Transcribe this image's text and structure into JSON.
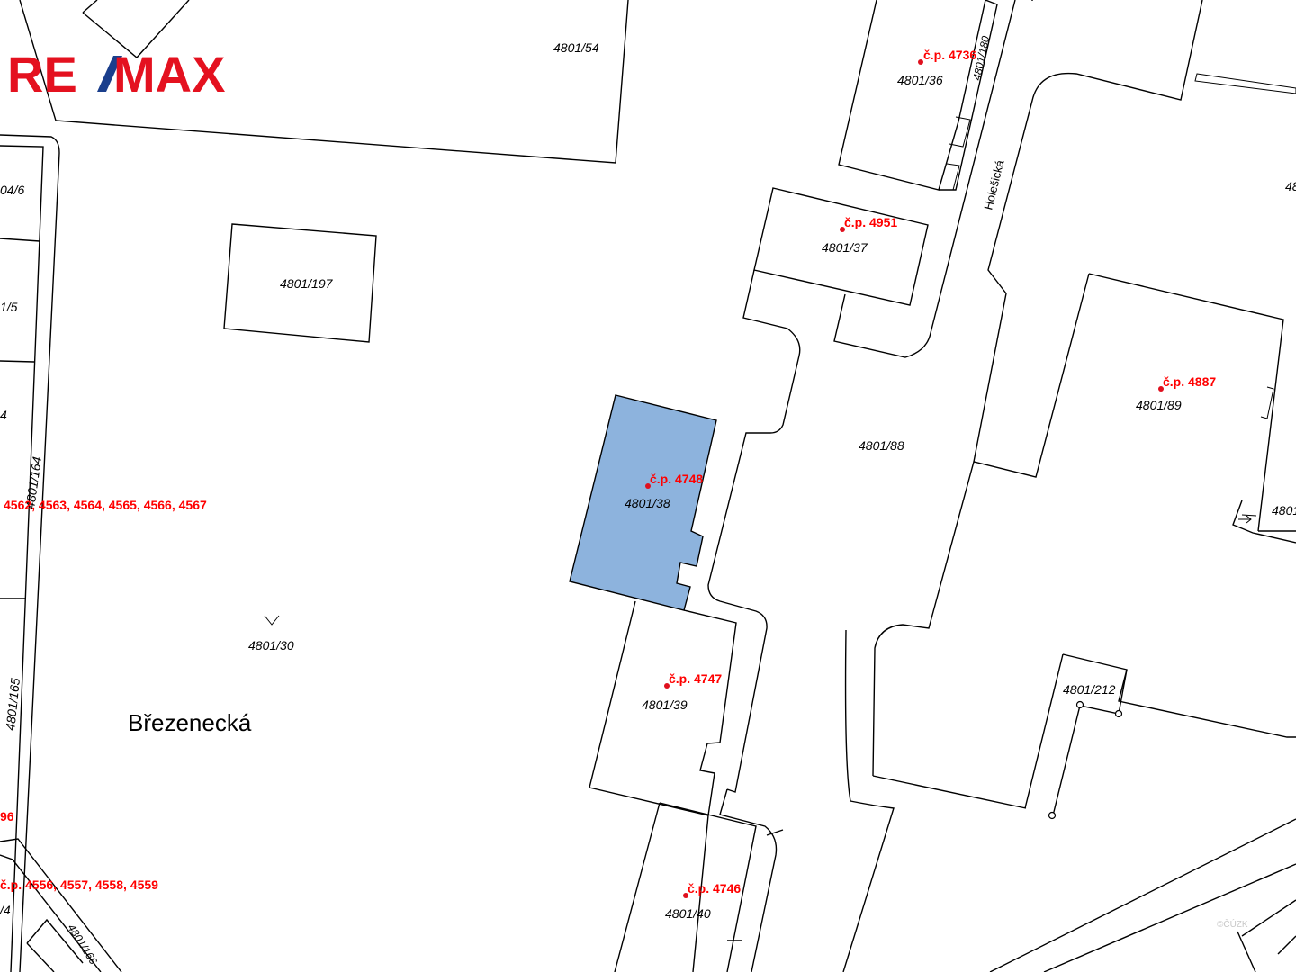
{
  "logo": {
    "part_left": "RE",
    "part_right": "MAX",
    "red": "#e4111f",
    "blue": "#1a3e8c"
  },
  "highlight_color": "#8db3dd",
  "streets": {
    "main": "Březenecká",
    "side": "Holešická"
  },
  "parcels": {
    "p54": "4801/54",
    "p36": "4801/36",
    "p180": "4801/180",
    "p37": "4801/37",
    "p197": "4801/197",
    "p88": "4801/88",
    "p89": "4801/89",
    "p38": "4801/38",
    "p39": "4801/39",
    "p40": "4801/40",
    "p30": "4801/30",
    "p212": "4801/212",
    "p164": "4801/164",
    "p165": "4801/165",
    "p166": "4801/166",
    "left6": "04/6",
    "left5": "1/5",
    "left4": "4",
    "leftb4": "/4",
    "right_edge1": "48",
    "right_edge2": "4801"
  },
  "house_numbers": {
    "h4736": "č.p. 4736",
    "h4951": "č.p. 4951",
    "h4887": "č.p. 4887",
    "h4748": "č.p. 4748",
    "h4747": "č.p. 4747",
    "h4746": "č.p. 4746",
    "row1": "4562, 4563, 4564, 4565, 4566, 4567",
    "row2": "č.p. 4556, 4557, 4558, 4559",
    "partial": "96"
  },
  "watermark": "©ČÚZK"
}
